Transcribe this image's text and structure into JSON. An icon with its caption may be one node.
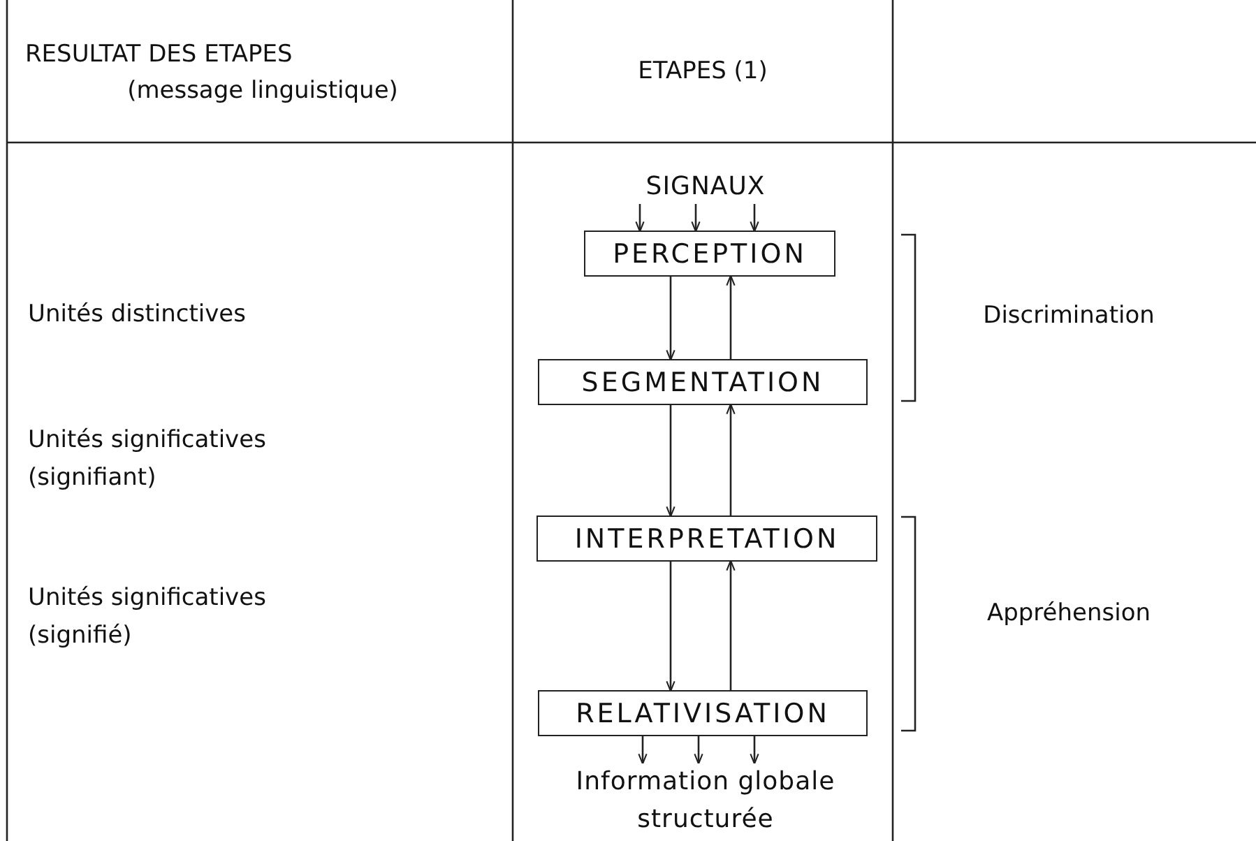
{
  "diagram": {
    "nodes": [
      {
        "text": [
          "SIGNAUX"
        ]
      },
      {
        "text": [
          "PERCEPTION"
        ]
      },
      {
        "text": [
          "SEGMENTATION"
        ]
      },
      {
        "text": [
          "INTERPRETATION"
        ]
      },
      {
        "text": [
          "RELATIVISATION"
        ]
      },
      {
        "text": [
          "Information globale structurée"
        ]
      }
    ],
    "edges": [
      {
        "from": 0,
        "to": 1,
        "arrow": "to"
      },
      {
        "from": 0,
        "to": 1,
        "arrow": "to"
      },
      {
        "from": 0,
        "to": 1,
        "arrow": "to"
      },
      {
        "from": 1,
        "to": 2,
        "arrow": "to"
      },
      {
        "from": 2,
        "to": 1,
        "arrow": "to"
      },
      {
        "from": 2,
        "to": 3,
        "arrow": "to"
      },
      {
        "from": 3,
        "to": 2,
        "arrow": "to"
      },
      {
        "from": 3,
        "to": 4,
        "arrow": "to"
      },
      {
        "from": 4,
        "to": 3,
        "arrow": "to"
      },
      {
        "from": 4,
        "to": 5,
        "arrow": "to"
      },
      {
        "from": 4,
        "to": 5,
        "arrow": "to"
      },
      {
        "from": 4,
        "to": 5,
        "arrow": "to"
      }
    ],
    "labels": [
      "RESULTAT DES ETAPES",
      "(message linguistique)",
      "ETAPES (1)",
      "Unités distinctives",
      "Discrimination",
      "Unités significatives (signifiant)",
      "Appréhension",
      "Unités significatives (signifié)"
    ]
  }
}
